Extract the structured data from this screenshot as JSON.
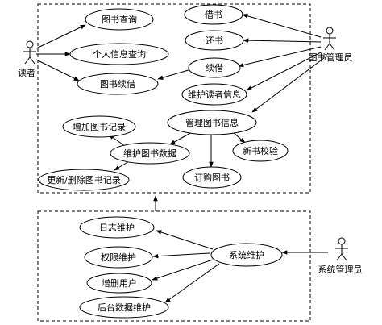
{
  "actors": {
    "reader": "读者",
    "librarian": "图书管理员",
    "sysadmin": "系统管理员"
  },
  "use_cases": {
    "book_query": "图书查询",
    "personal_info_query": "个人信息查询",
    "book_renew": "图书续借",
    "borrow": "借书",
    "return": "还书",
    "renew": "续借",
    "maintain_reader_info": "维护读者信息",
    "manage_book_info": "管理图书信息",
    "add_book_record": "增加图书记录",
    "maintain_book_data": "维护图书数据",
    "update_delete_book_record": "更新/删除图书记录",
    "new_book_check": "新书校验",
    "order_books": "订购图书",
    "log_maintenance": "日志维护",
    "permission_maintenance": "权限维护",
    "add_delete_users": "增删用户",
    "backend_data_maintenance": "后台数据维护",
    "system_maintenance": "系统维护"
  }
}
